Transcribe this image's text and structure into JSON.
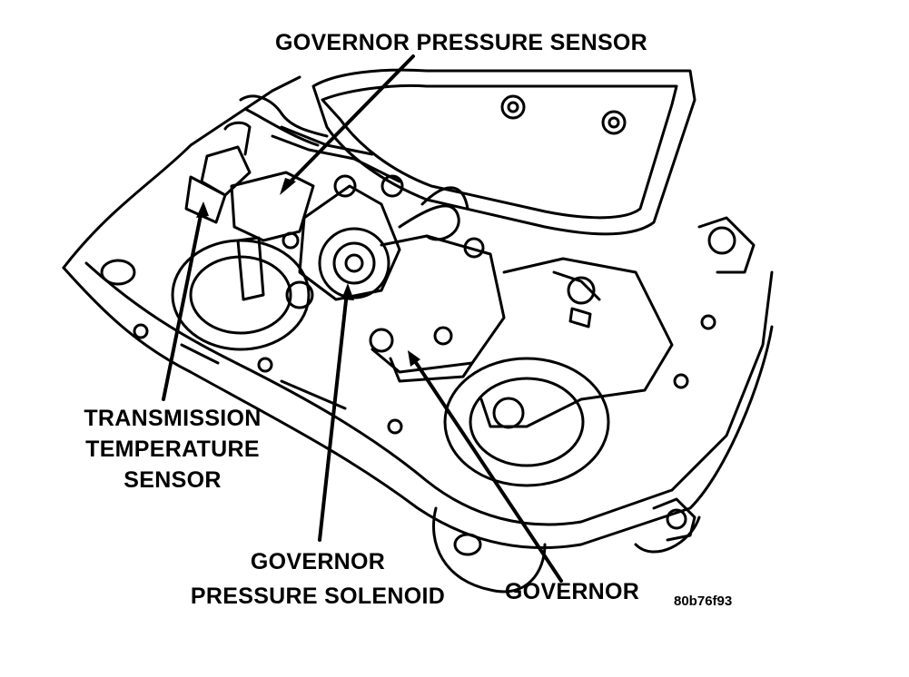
{
  "labels": {
    "governor_pressure_sensor": "GOVERNOR PRESSURE SENSOR",
    "transmission_temperature_sensor": [
      "TRANSMISSION",
      "TEMPERATURE",
      "SENSOR"
    ],
    "governor_pressure_solenoid": [
      "GOVERNOR",
      "PRESSURE SOLENOID"
    ],
    "governor": "GOVERNOR",
    "figure_code": "80b76f93"
  },
  "colors": {
    "ink": "#000000",
    "paper": "#ffffff"
  }
}
